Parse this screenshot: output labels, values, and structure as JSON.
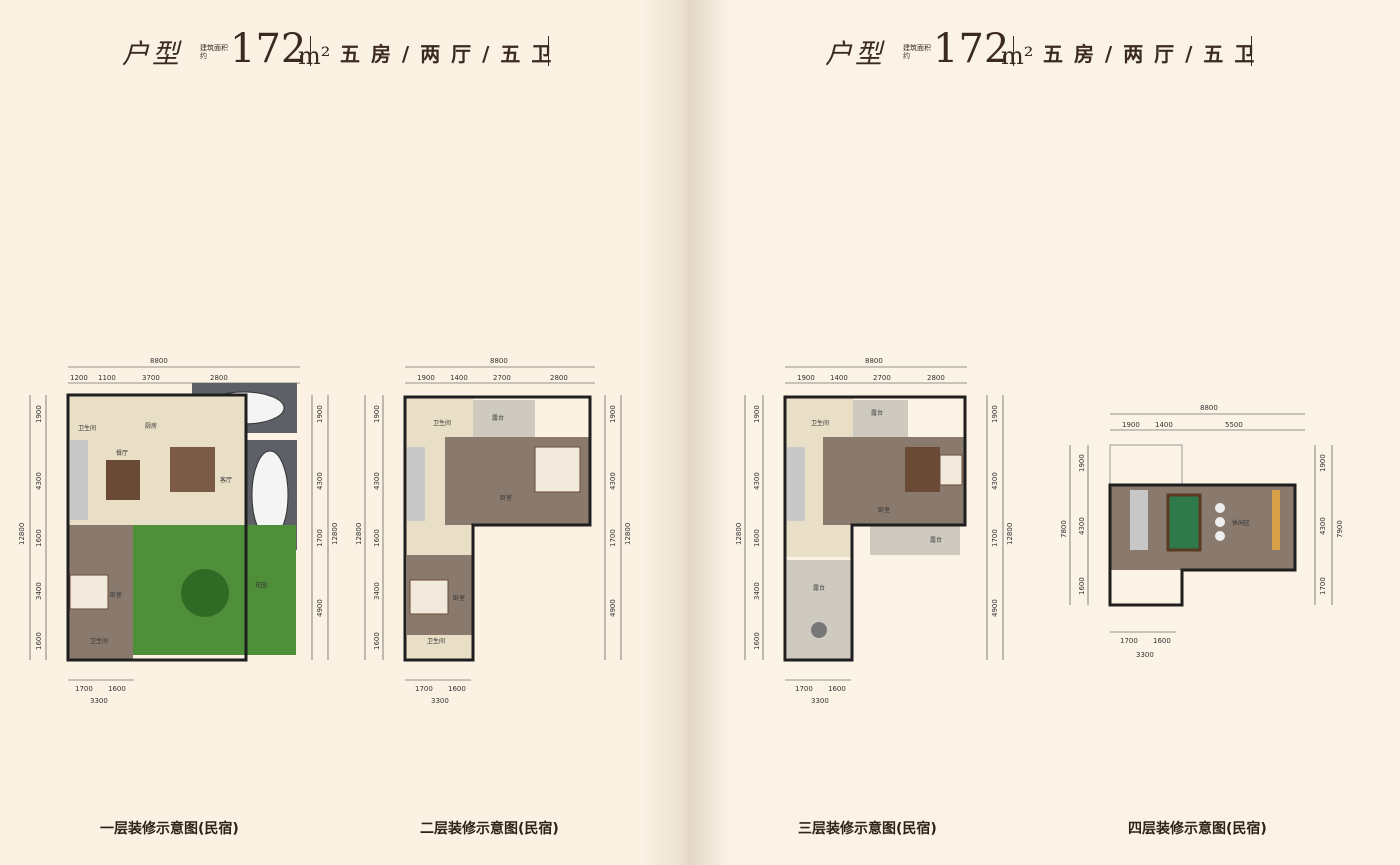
{
  "title": {
    "brand": "户型",
    "area_label": "建筑面积约",
    "area_value": "172",
    "area_unit": "m²",
    "rooms": "五 房 / 两 厅 / 五 卫"
  },
  "plans": [
    {
      "caption": "一层装修示意图(民宿)",
      "top_total": "8800",
      "top_dims": [
        "1200",
        "1100",
        "3700",
        "2800"
      ],
      "left_dims": [
        "1900",
        "4300",
        "1600",
        "3400",
        "1600"
      ],
      "left_total": "12800",
      "right_dims": [
        "1900",
        "4300",
        "1700",
        "4900"
      ],
      "right_total": "12800",
      "bottom_dims": [
        "1700",
        "1600"
      ],
      "bottom_total": "3300",
      "rooms": [
        "卫生间",
        "厨房",
        "餐厅",
        "客厅",
        "卧室",
        "卫生间",
        "花园"
      ]
    },
    {
      "caption": "二层装修示意图(民宿)",
      "top_total": "8800",
      "top_dims": [
        "1900",
        "1400",
        "2700",
        "2800"
      ],
      "left_dims": [
        "1900",
        "4300",
        "1600",
        "3400",
        "1600"
      ],
      "left_total": "12800",
      "right_dims": [
        "1900",
        "4300",
        "1700",
        "4900"
      ],
      "right_total": "12800",
      "bottom_dims": [
        "1700",
        "1600"
      ],
      "bottom_total": "3300",
      "rooms": [
        "卫生间",
        "露台",
        "卧室",
        "卧室",
        "卫生间"
      ]
    },
    {
      "caption": "三层装修示意图(民宿)",
      "top_total": "8800",
      "top_dims": [
        "1900",
        "1400",
        "2700",
        "2800"
      ],
      "left_dims": [
        "1900",
        "4300",
        "1600",
        "3400",
        "1600"
      ],
      "left_total": "12800",
      "right_dims": [
        "1900",
        "4300",
        "1700",
        "4900"
      ],
      "right_total": "12800",
      "bottom_dims": [
        "1700",
        "1600"
      ],
      "bottom_total": "3300",
      "rooms": [
        "卫生间",
        "露台",
        "卧室",
        "露台",
        "露台"
      ]
    },
    {
      "caption": "四层装修示意图(民宿)",
      "top_total": "8800",
      "top_dims": [
        "1900",
        "1400",
        "5500"
      ],
      "left_dims": [
        "1900",
        "4300",
        "1600"
      ],
      "left_total": "7800",
      "right_dims": [
        "1900",
        "4300",
        "1700"
      ],
      "right_total": "7900",
      "bottom_dims": [
        "1700",
        "1600"
      ],
      "bottom_total": "3300",
      "rooms": [
        "休闲区"
      ]
    }
  ],
  "colors": {
    "wall": "#1f1f1f",
    "floor_wood": "#8a7a6e",
    "floor_tile": "#e9dfc6",
    "garden": "#4f8f3a",
    "terrace": "#cfcac0",
    "car_pad": "#5d6066",
    "stair": "#c8c8c8"
  }
}
